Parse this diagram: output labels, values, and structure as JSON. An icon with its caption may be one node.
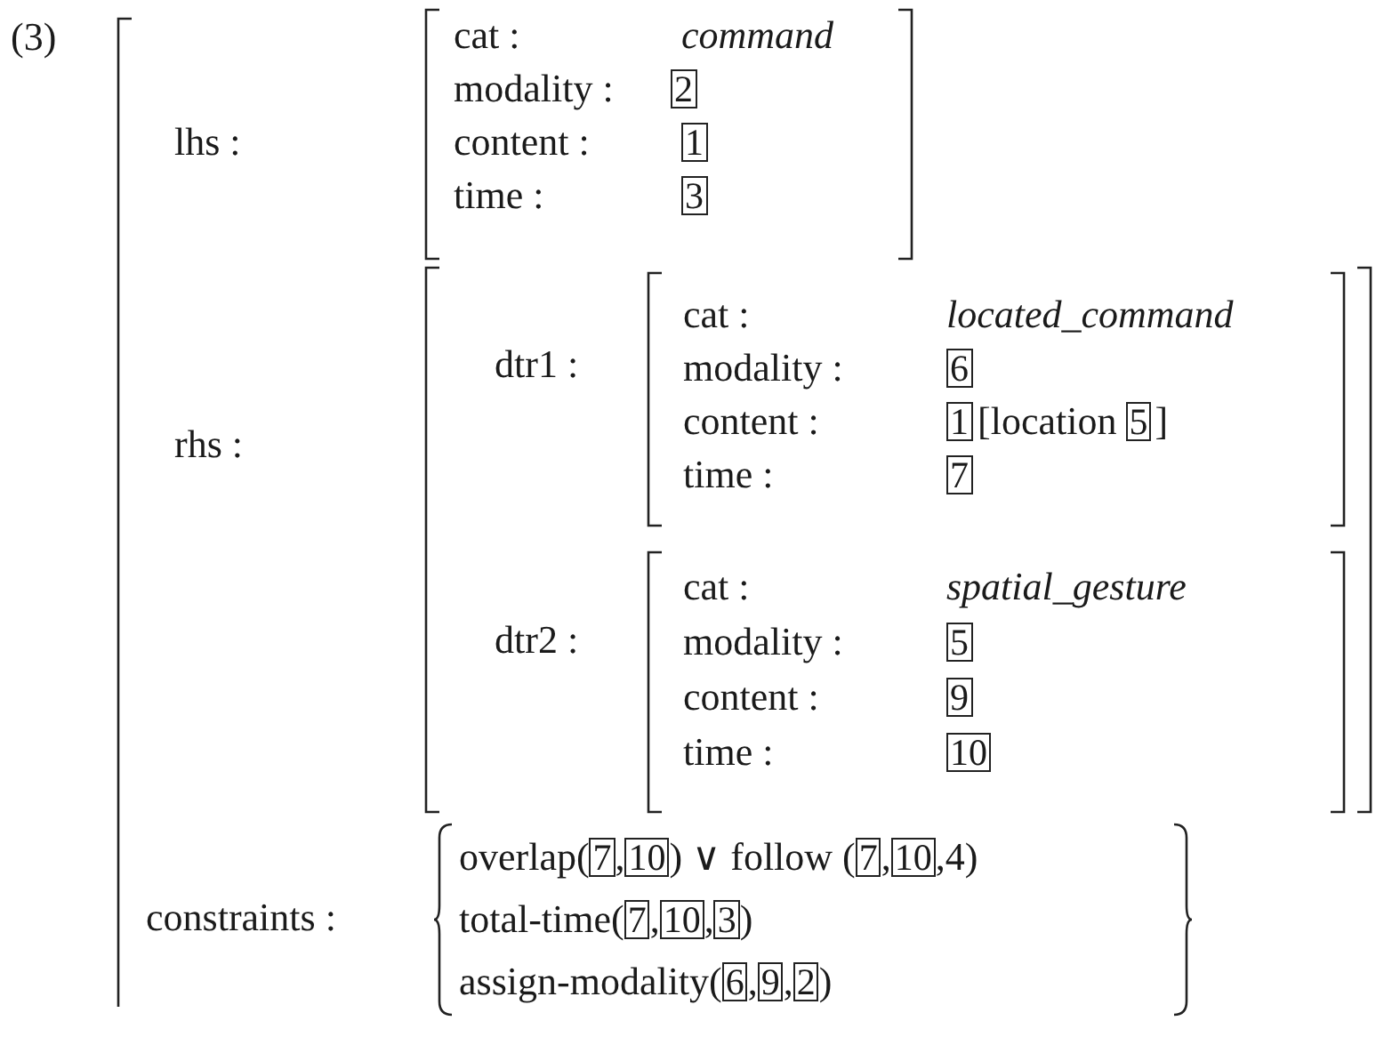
{
  "diagram": {
    "nodes": [
      {
        "text": [
          "lhs :",
          "rhs :",
          "constraints :"
        ],
        "beside": [
          "(3)"
        ]
      },
      {
        "text": [
          "cat :",
          "command",
          "modality :",
          "2",
          "content :",
          "1",
          "time :",
          "3"
        ],
        "in": 0
      },
      {
        "text": [
          "dtr1 :",
          "dtr2 :"
        ],
        "in": 0
      },
      {
        "text": [
          "cat :",
          "located_command",
          "modality :",
          "6",
          "content :",
          "1",
          "[location",
          "5",
          "]",
          "time :",
          "7"
        ],
        "in": 2
      },
      {
        "text": [
          "cat :",
          "spatial_gesture",
          "modality :",
          "5",
          "content :",
          "9",
          "time :",
          "10"
        ],
        "in": 2
      },
      {
        "text": [
          "overlap(",
          "7",
          ",",
          "10",
          ") ∨ follow (",
          "7",
          ",",
          "10",
          ",4)",
          "total-time(",
          "7",
          ",",
          "10",
          ",",
          "3",
          ")",
          "assign-modality(",
          "6",
          ",",
          "9",
          ",",
          "2",
          ")"
        ],
        "in": 0
      }
    ]
  }
}
